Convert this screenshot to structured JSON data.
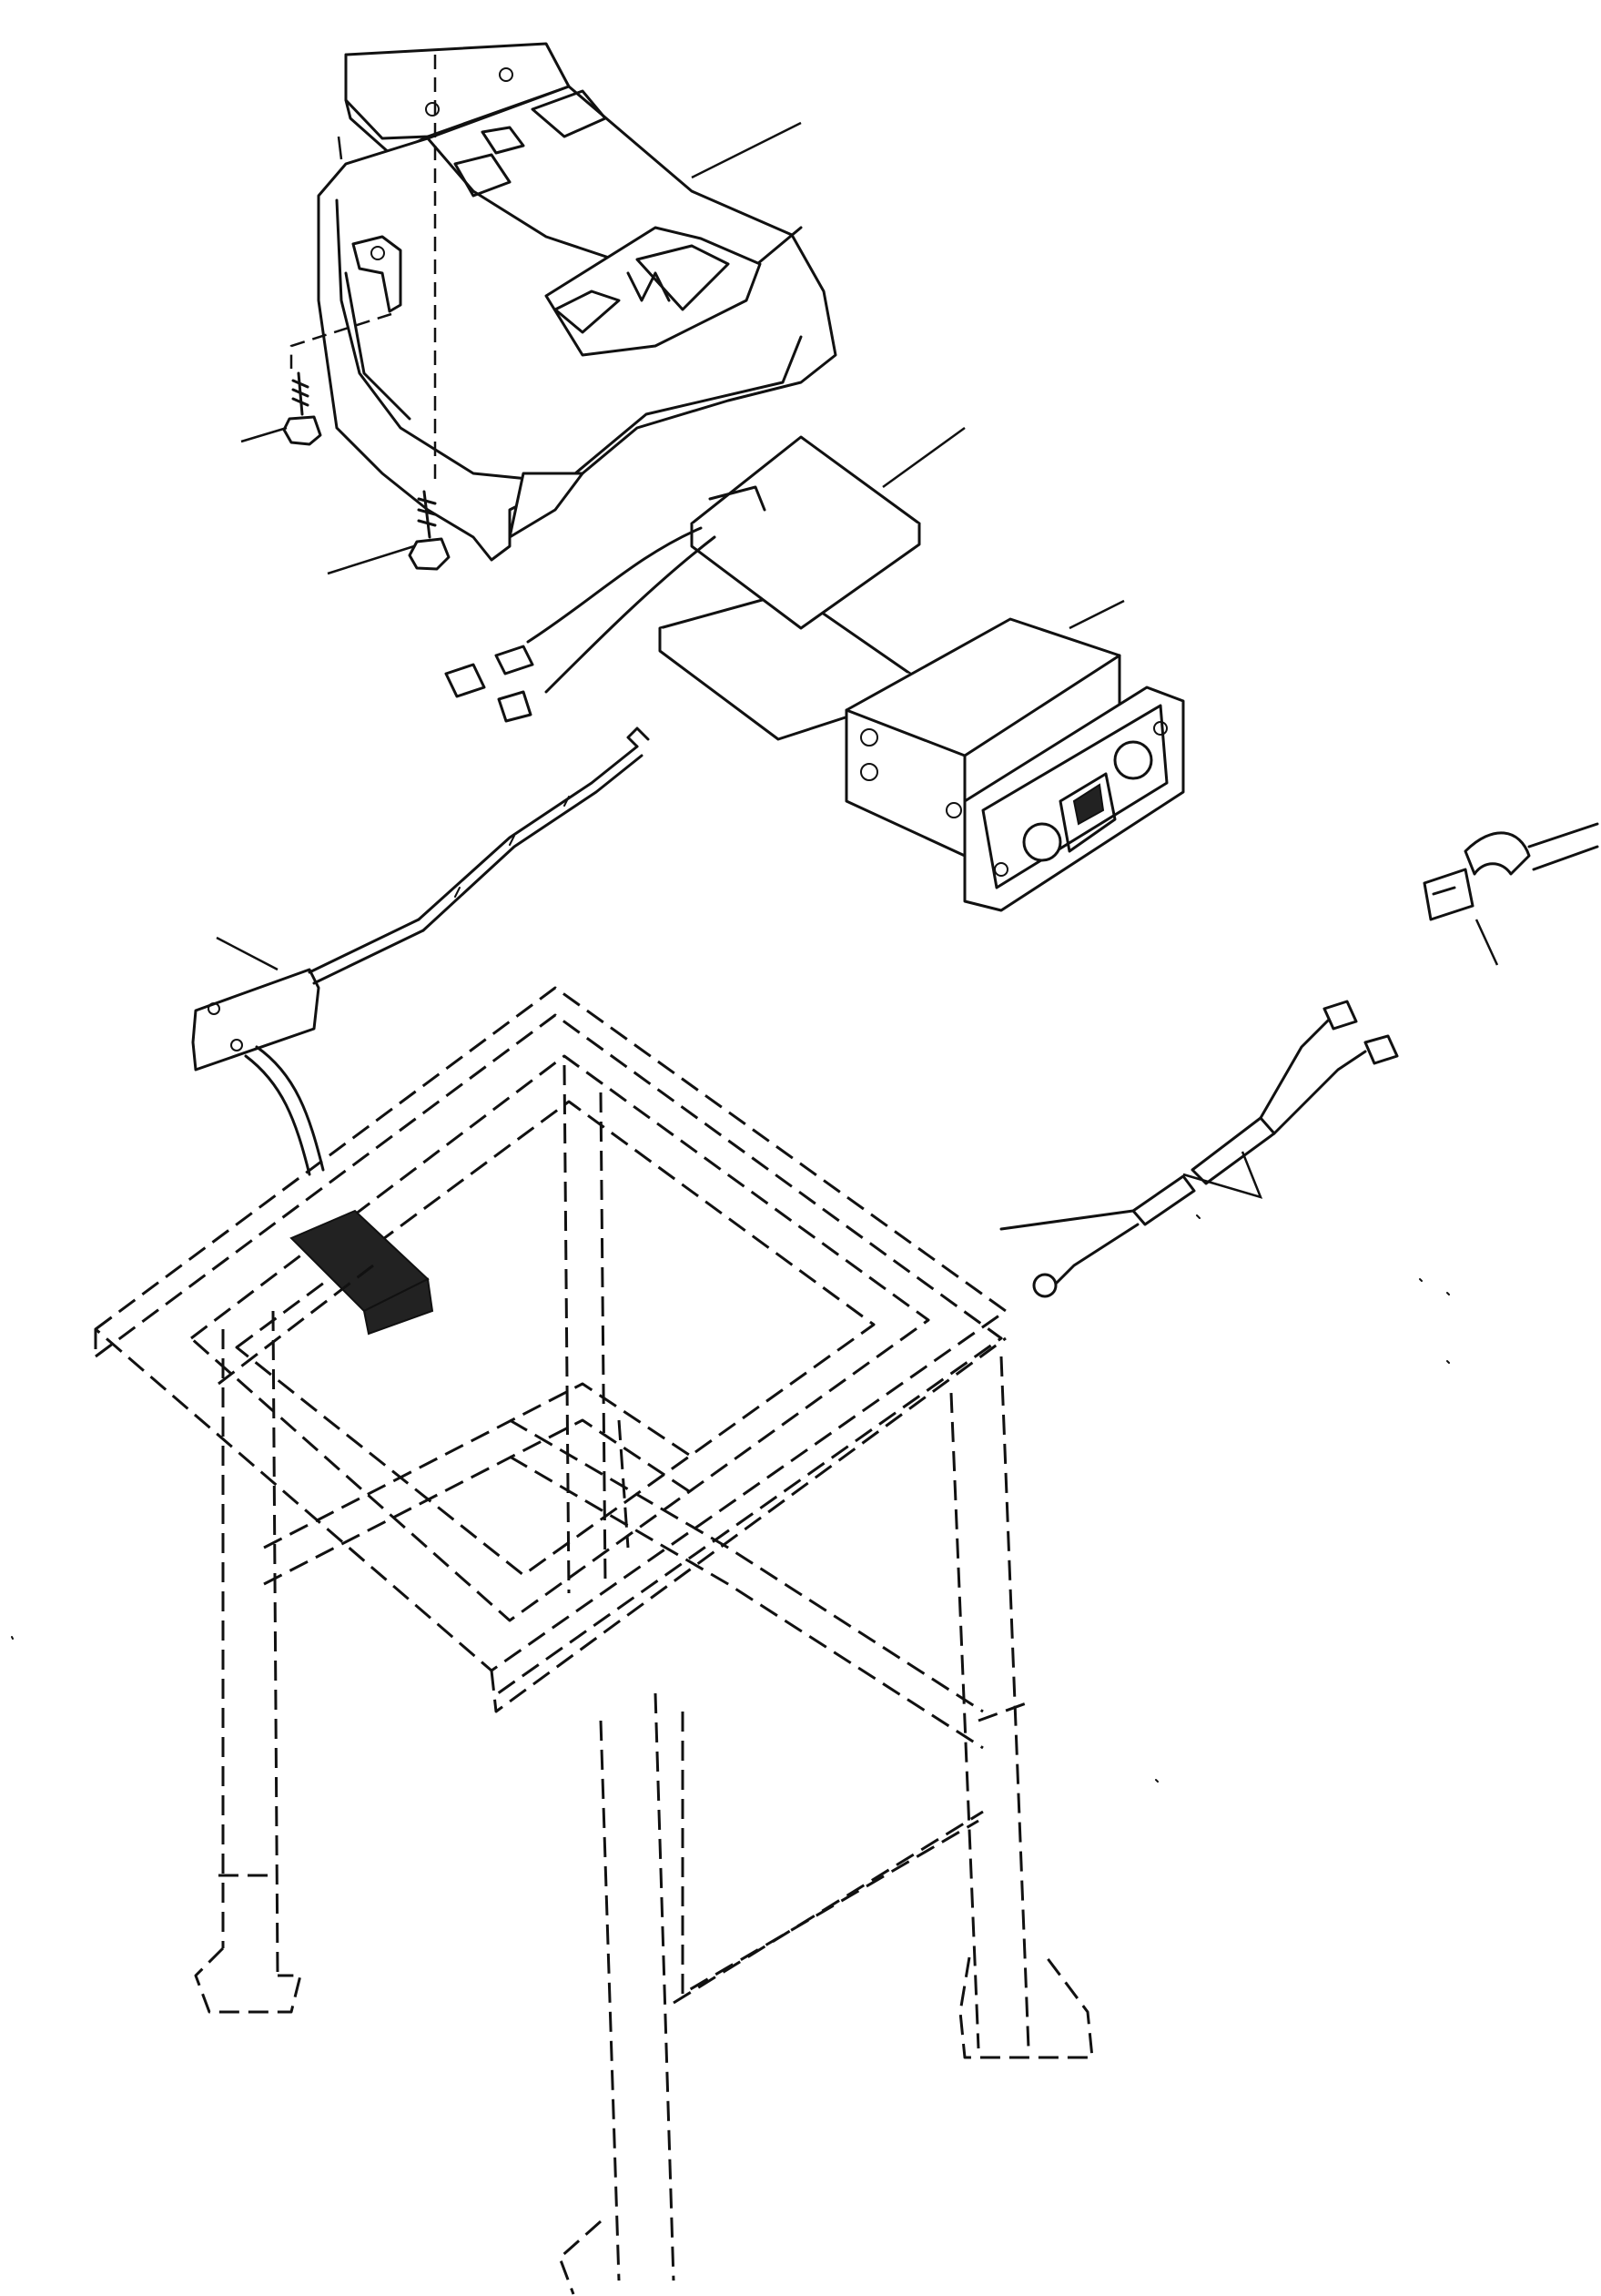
{
  "figure": {
    "type": "exploded-parts-diagram",
    "colors": {
      "line": "#111111",
      "background": "#ffffff",
      "fill_dark": "#222222"
    }
  },
  "parts": [
    {
      "name": "console-cover"
    },
    {
      "name": "bracket-clip"
    },
    {
      "name": "tapping-screw"
    },
    {
      "name": "bolt"
    },
    {
      "name": "speaker-pads"
    },
    {
      "name": "radio-unit"
    },
    {
      "name": "antenna"
    },
    {
      "name": "connector"
    },
    {
      "name": "wiring-harness"
    },
    {
      "name": "cab-frame"
    }
  ]
}
